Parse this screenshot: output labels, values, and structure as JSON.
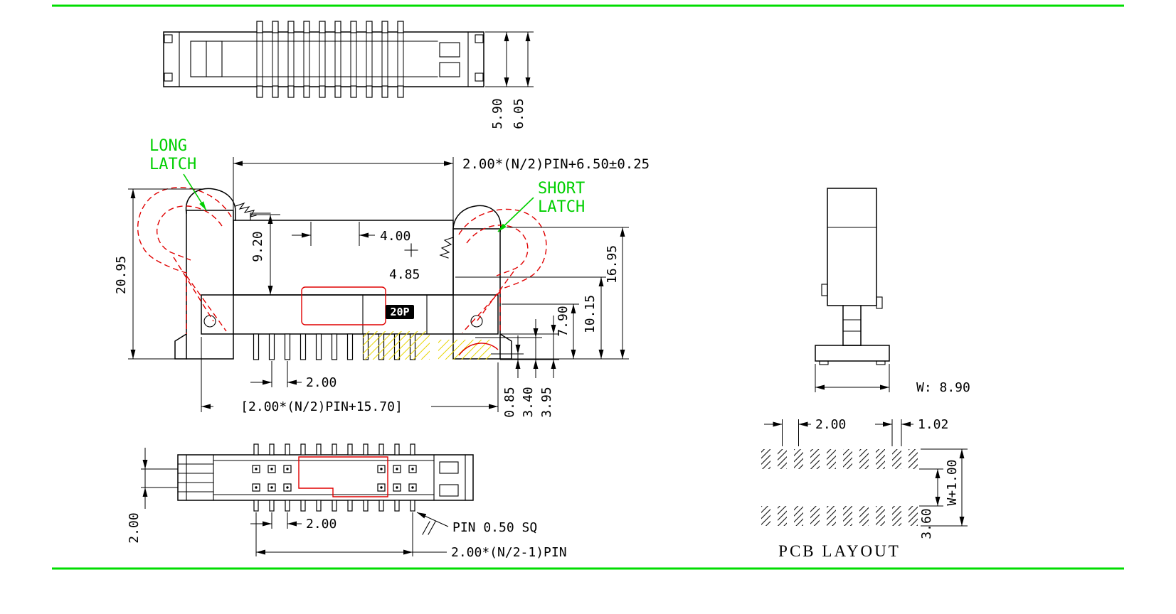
{
  "drawing": {
    "colors": {
      "outline": "#000000",
      "accent_green": "#00cf00",
      "accent_red": "#e00000",
      "hatch_yellow": "#e8d400",
      "background": "#ffffff"
    },
    "top_view": {
      "dim_body_height": "5.90",
      "dim_overall_height": "6.05"
    },
    "front_view": {
      "label_long_latch_line1": "LONG",
      "label_long_latch_line2": "LATCH",
      "label_short_latch_line1": "SHORT",
      "label_short_latch_line2": "LATCH",
      "part_badge": "20P",
      "dim_top_width": "2.00*(N/2)PIN+6.50±0.25",
      "dim_4_00": "4.00",
      "dim_4_85": "4.85",
      "dim_9_20": "9.20",
      "dim_20_95": "20.95",
      "dim_16_95": "16.95",
      "dim_10_15": "10.15",
      "dim_7_90": "7.90",
      "dim_0_85": "0.85",
      "dim_3_40": "3.40",
      "dim_3_95": "3.95",
      "dim_pin_pitch": "2.00",
      "dim_bottom_width": "[2.00*(N/2)PIN+15.70]"
    },
    "bottom_view": {
      "dim_row_pitch": "2.00",
      "dim_pin_pitch": "2.00",
      "pin_note": "PIN 0.50 SQ",
      "dim_pin_span": "2.00*(N/2-1)PIN"
    },
    "side_view": {
      "dim_width": "W: 8.90"
    },
    "pcb_layout": {
      "title": "PCB LAYOUT",
      "dim_pad_pitch": "2.00",
      "dim_pad_width": "1.02",
      "dim_row_gap": "3.60",
      "dim_overall": "W+1.00"
    }
  }
}
